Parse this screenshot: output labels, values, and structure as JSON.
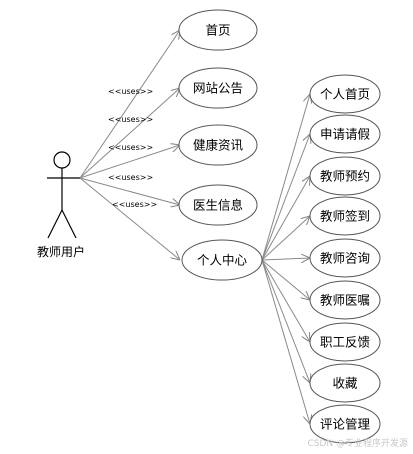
{
  "actor": {
    "name": "教师用户"
  },
  "relation": {
    "label": "<<uses>>"
  },
  "primary_use_cases": [
    {
      "id": "home",
      "label": "首页"
    },
    {
      "id": "site-notice",
      "label": "网站公告"
    },
    {
      "id": "health-info",
      "label": "健康资讯"
    },
    {
      "id": "doctor-info",
      "label": "医生信息"
    },
    {
      "id": "personal-center",
      "label": "个人中心"
    }
  ],
  "sub_use_cases": [
    {
      "id": "personal-home",
      "label": "个人首页"
    },
    {
      "id": "leave-request",
      "label": "申请请假"
    },
    {
      "id": "teacher-appointment",
      "label": "教师预约"
    },
    {
      "id": "teacher-signin",
      "label": "教师签到"
    },
    {
      "id": "teacher-consult",
      "label": "教师咨询"
    },
    {
      "id": "teacher-advice",
      "label": "教师医嘱"
    },
    {
      "id": "staff-feedback",
      "label": "职工反馈"
    },
    {
      "id": "favorites",
      "label": "收藏"
    },
    {
      "id": "comment-manage",
      "label": "评论管理"
    }
  ],
  "watermark": "CSDN @专业程序开发源"
}
